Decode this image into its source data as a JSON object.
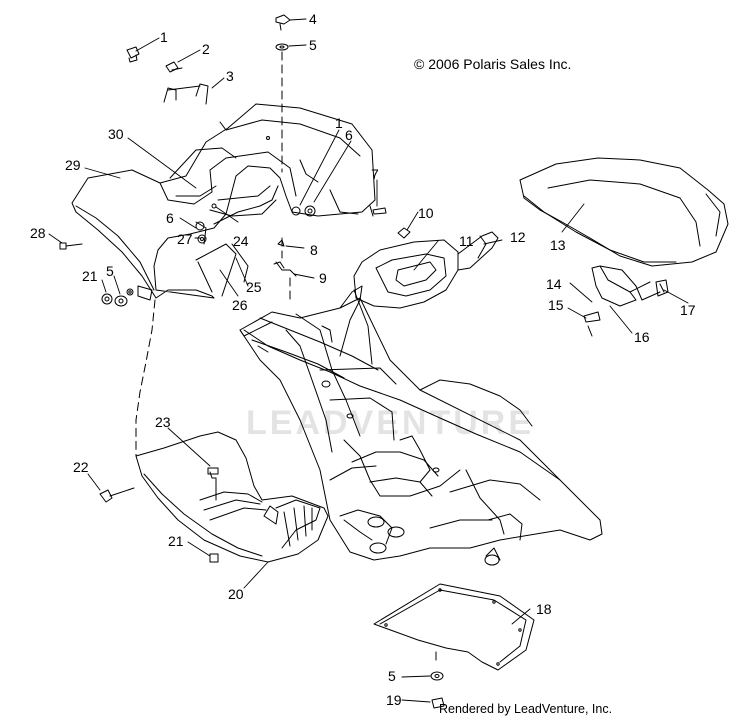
{
  "copyright": "© 2006 Polaris Sales Inc.",
  "rendered_by": "Rendered by LeadVenture, Inc.",
  "watermark": "LEADVENTURE",
  "callouts": [
    {
      "id": "c1a",
      "label": "1"
    },
    {
      "id": "c2",
      "label": "2"
    },
    {
      "id": "c3",
      "label": "3"
    },
    {
      "id": "c4",
      "label": "4"
    },
    {
      "id": "c5a",
      "label": "5"
    },
    {
      "id": "c30",
      "label": "30"
    },
    {
      "id": "c29",
      "label": "29"
    },
    {
      "id": "c1b",
      "label": "1"
    },
    {
      "id": "c6a",
      "label": "6"
    },
    {
      "id": "c7",
      "label": "7"
    },
    {
      "id": "c28",
      "label": "28"
    },
    {
      "id": "c6b",
      "label": "6"
    },
    {
      "id": "c27",
      "label": "27"
    },
    {
      "id": "c24",
      "label": "24"
    },
    {
      "id": "c8",
      "label": "8"
    },
    {
      "id": "c10",
      "label": "10"
    },
    {
      "id": "c11",
      "label": "11"
    },
    {
      "id": "c12",
      "label": "12"
    },
    {
      "id": "c13",
      "label": "13"
    },
    {
      "id": "c21a",
      "label": "21"
    },
    {
      "id": "c5b",
      "label": "5"
    },
    {
      "id": "c25",
      "label": "25"
    },
    {
      "id": "c9",
      "label": "9"
    },
    {
      "id": "c26",
      "label": "26"
    },
    {
      "id": "c14",
      "label": "14"
    },
    {
      "id": "c15",
      "label": "15"
    },
    {
      "id": "c17",
      "label": "17"
    },
    {
      "id": "c16",
      "label": "16"
    },
    {
      "id": "c23",
      "label": "23"
    },
    {
      "id": "c22",
      "label": "22"
    },
    {
      "id": "c21b",
      "label": "21"
    },
    {
      "id": "c20",
      "label": "20"
    },
    {
      "id": "c18",
      "label": "18"
    },
    {
      "id": "c5c",
      "label": "5"
    },
    {
      "id": "c19",
      "label": "19"
    }
  ]
}
